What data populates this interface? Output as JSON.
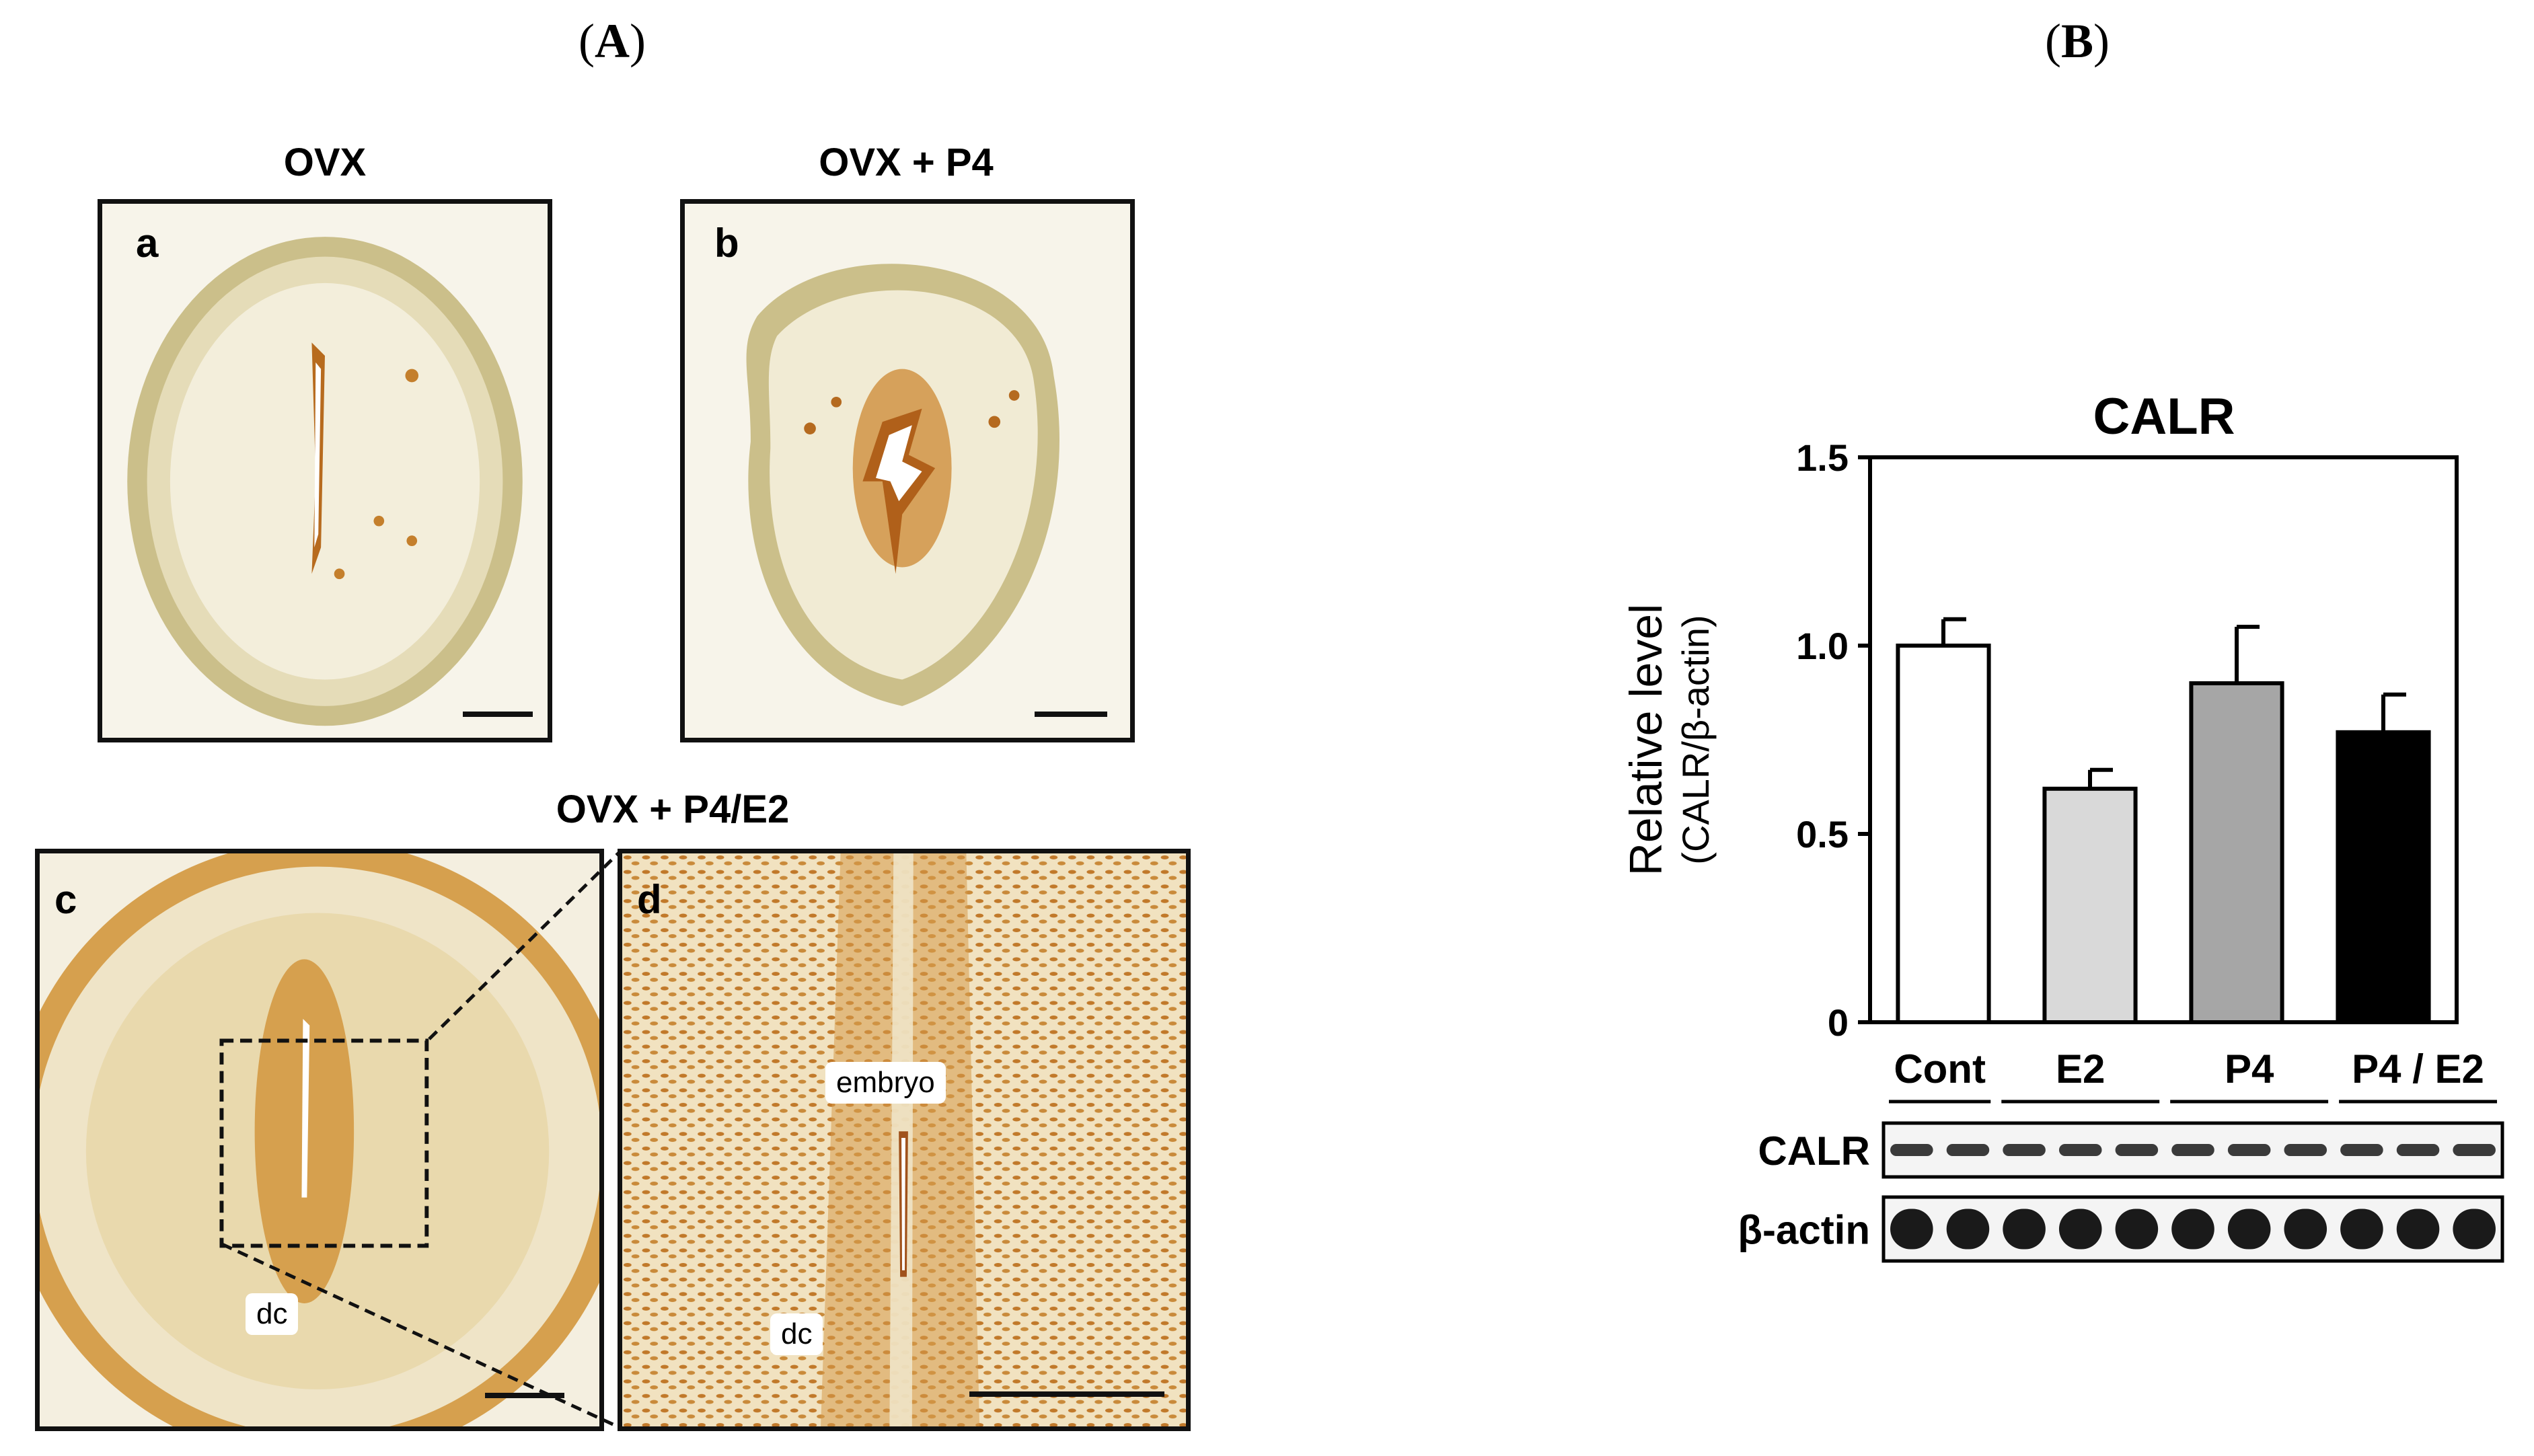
{
  "panels": {
    "A": {
      "letter": "A"
    },
    "B": {
      "letter": "B"
    }
  },
  "micrographs": {
    "a": {
      "letter": "a",
      "condition": "OVX"
    },
    "b": {
      "letter": "b",
      "condition": "OVX + P4"
    },
    "c": {
      "letter": "c",
      "condition": "OVX + P4/E2",
      "label_dc": "dc"
    },
    "d": {
      "letter": "d",
      "label_embryo": "embryo",
      "label_dc": "dc"
    }
  },
  "chart_data": {
    "type": "bar",
    "title": "CALR",
    "ylabel": "Relative level",
    "ylabel_sub": "(CALR/β-actin)",
    "xlabel": "",
    "ylim": [
      0,
      1.5
    ],
    "yticks": [
      "0",
      "0.5",
      "1.0",
      "1.5"
    ],
    "categories": [
      "Cont",
      "E2",
      "P4",
      "P4 / E2"
    ],
    "values": [
      1.0,
      0.62,
      0.9,
      0.77
    ],
    "errors": [
      0.07,
      0.05,
      0.15,
      0.1
    ],
    "bar_colors": [
      "#ffffff",
      "#d9d9d9",
      "#a6a6a6",
      "#000000"
    ],
    "grid": false,
    "legend": "none"
  },
  "western_blot": {
    "rows": [
      {
        "label": "CALR"
      },
      {
        "label": "β-actin"
      }
    ],
    "lanes_per_group": [
      2,
      3,
      3,
      3
    ]
  }
}
